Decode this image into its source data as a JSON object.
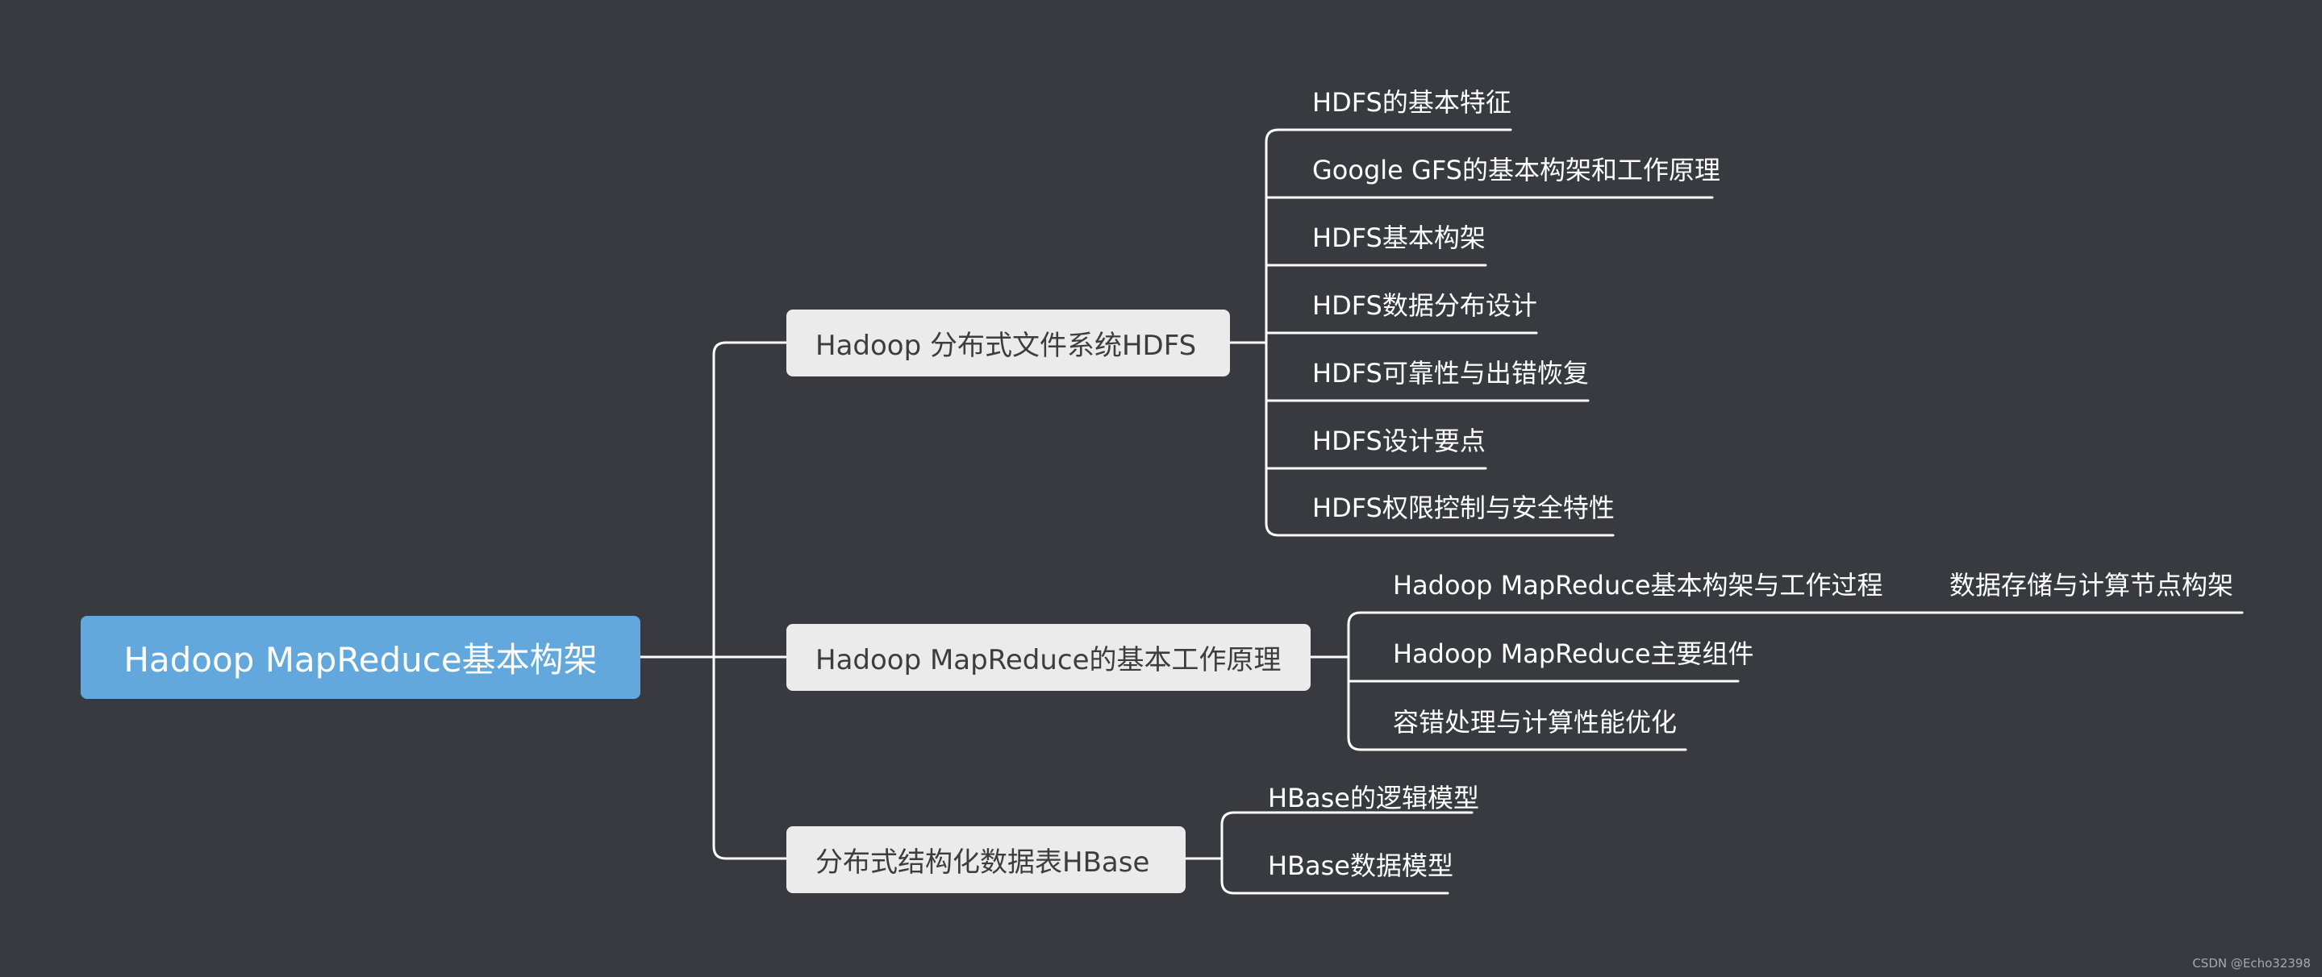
{
  "root": {
    "label": "Hadoop MapReduce基本构架"
  },
  "branches": [
    {
      "label": "Hadoop 分布式文件系统HDFS",
      "children": [
        "HDFS的基本特征",
        "Google GFS的基本构架和工作原理",
        "HDFS基本构架",
        "HDFS数据分布设计",
        "HDFS可靠性与出错恢复",
        "HDFS设计要点",
        "HDFS权限控制与安全特性"
      ]
    },
    {
      "label": "Hadoop MapReduce的基本工作原理",
      "children": [
        "Hadoop MapReduce基本构架与工作过程",
        "Hadoop MapReduce主要组件",
        "容错处理与计算性能优化"
      ],
      "grandchild": "数据存储与计算节点构架"
    },
    {
      "label": "分布式结构化数据表HBase",
      "children": [
        "HBase的逻辑模型",
        "HBase数据模型"
      ]
    }
  ],
  "watermark": "CSDN @Echo32398",
  "colors": {
    "background": "#393a40",
    "root_fill": "#62a8dc",
    "branch_fill": "#ebebeb",
    "connector": "#ffffff"
  }
}
